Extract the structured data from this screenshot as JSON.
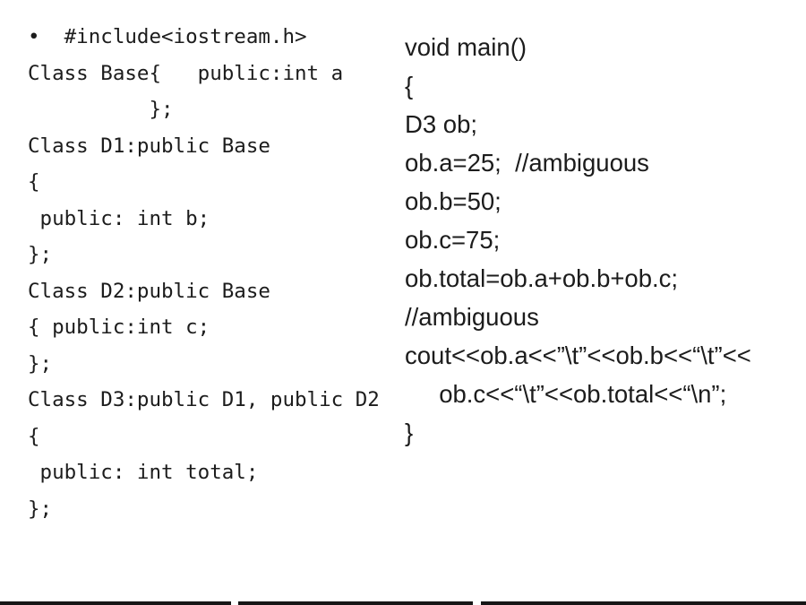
{
  "slide": {
    "colors": {
      "background": "#ffffff",
      "text": "#1c1c1c",
      "bottom_bar": "#161616"
    },
    "left_code_block": {
      "bullet": "•",
      "lines": [
        "•  #include<iostream.h>",
        "Class Base{   public:int a",
        "          };",
        "Class D1:public Base",
        "{",
        " public: int b;",
        "};",
        "Class D2:public Base",
        "{ public:int c;",
        "};",
        "Class D3:public D1, public D2",
        "{",
        " public: int total;",
        "};"
      ]
    },
    "right_code_block": {
      "lines": [
        "void main()",
        "{",
        "D3 ob;",
        "ob.a=25;  //ambiguous",
        "ob.b=50;",
        "ob.c=75;",
        "ob.total=ob.a+ob.b+ob.c;",
        "//ambiguous",
        "cout<<ob.a<<”\\t”<<ob.b<<“\\t”<<",
        "     ob.c<<“\\t”<<ob.total<<“\\n”;",
        "}"
      ]
    }
  }
}
